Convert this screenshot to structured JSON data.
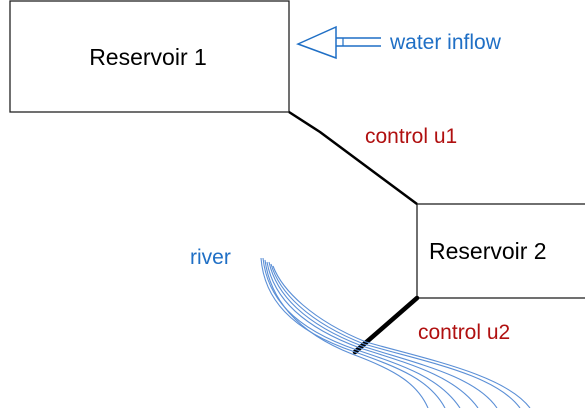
{
  "diagram": {
    "reservoir_1": {
      "label": "Reservoir 1"
    },
    "reservoir_2": {
      "label": "Reservoir 2"
    },
    "inflow": {
      "label": "water inflow"
    },
    "control_u1": {
      "label": "control u1"
    },
    "control_u2": {
      "label": "control u2"
    },
    "river": {
      "label": "river"
    }
  },
  "colors": {
    "blue": "#1f6fc5",
    "red": "#b01010",
    "river_line": "#5b8fd6",
    "box_stroke": "#222222",
    "line": "#000000"
  }
}
